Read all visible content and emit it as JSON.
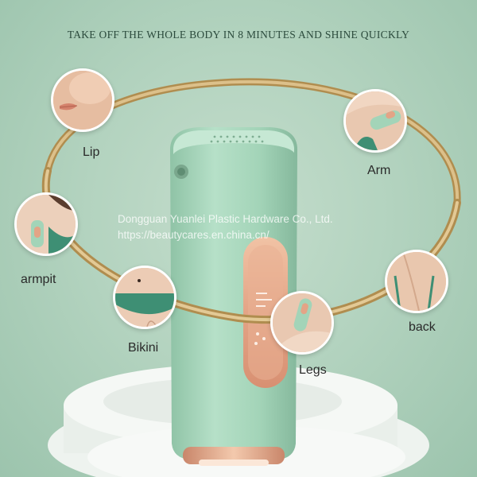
{
  "headline": "TAKE OFF THE WHOLE BODY IN 8 MINUTES AND SHINE QUICKLY",
  "labels": {
    "lip": "Lip",
    "arm": "Arm",
    "armpit": "armpit",
    "back": "back",
    "bikini": "Bikini",
    "legs": "Legs"
  },
  "watermark": {
    "company": "Dongguan Yuanlei Plastic Hardware Co., Ltd.",
    "url": "https://beautycares.en.china.cn/"
  },
  "colors": {
    "background": "#b3d3bf",
    "device": "#a3d4b8",
    "ring": "#c9a86a",
    "accent": "#e0a383",
    "garment": "#3e8f74"
  }
}
